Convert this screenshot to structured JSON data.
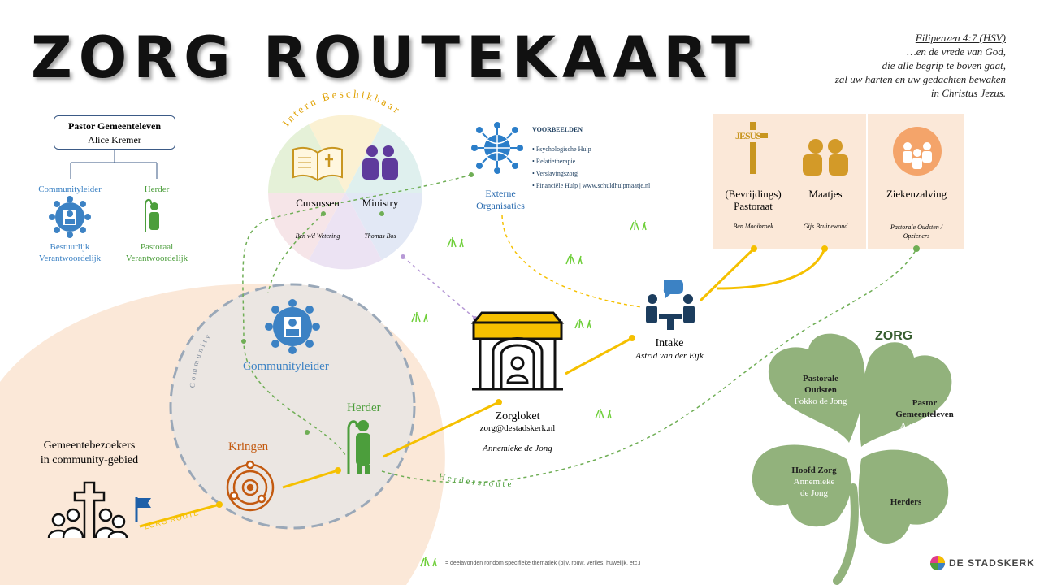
{
  "title": "ZORG ROUTEKAART",
  "verse": {
    "reference": "Filipenzen 4:7 (HSV)",
    "lines": [
      "…en de vrede van God,",
      "die alle begrip te boven gaat,",
      "zal uw harten en uw gedachten bewaken",
      "in Christus Jezus."
    ]
  },
  "org": {
    "head_role": "Pastor Gemeenteleven",
    "head_name": "Alice Kremer",
    "left_role": "Communityleider",
    "left_desc_1": "Bestuurlijk",
    "left_desc_2": "Verantwoordelijk",
    "right_role": "Herder",
    "right_desc_1": "Pastoraal",
    "right_desc_2": "Verantwoordelijk"
  },
  "intern": {
    "arc_label": "Intern Beschikbaar",
    "item1_label": "Cursussen",
    "item1_person": "Ben v/d Wetering",
    "item2_label": "Ministry",
    "item2_person": "Thomas Bos"
  },
  "extern": {
    "label_1": "Externe",
    "label_2": "Organisaties",
    "examples_title": "VOORBEELDEN",
    "examples": [
      "Psychologische Hulp",
      "Relatietherapie",
      "Verslavingszorg",
      "Financiële Hulp | www.schuldhulpmaatje.nl"
    ]
  },
  "services": [
    {
      "label_1": "(Bevrijdings)",
      "label_2": "Pastoraat",
      "person": "Ben Mooibroek",
      "icon_text": "JESUS"
    },
    {
      "label_1": "Maatjes",
      "label_2": "",
      "person": "Gijs Bruinewoud"
    },
    {
      "label_1": "Ziekenzalving",
      "label_2": "",
      "person": "Pastorale Oudsten  /",
      "person_2": "Opzieners"
    }
  ],
  "intake": {
    "label": "Intake",
    "person": "Astrid van der Eijk"
  },
  "zorgloket": {
    "label": "Zorgloket",
    "email": "zorg@destadskerk.nl",
    "person": "Annemieke de Jong"
  },
  "community": {
    "arc_label": "Community",
    "leader": "Communityleider",
    "herder": "Herder",
    "kringen": "Kringen",
    "visitors_1": "Gemeentebezoekers",
    "visitors_2": "in community-gebied",
    "route_label": "ZORG ROUTE",
    "herders_route": "Herdersroute"
  },
  "clover": {
    "title": "ZORG",
    "leaf1": [
      "Pastorale",
      "Oudsten",
      "Fokko de Jong"
    ],
    "leaf2": [
      "Pastor",
      "Gemeenteleven",
      "Alice Kremer"
    ],
    "leaf3": [
      "Hoofd Zorg",
      "Annemieke",
      "de Jong"
    ],
    "leaf4": [
      "Herders"
    ]
  },
  "footnote": "= deelavonden rondom specifieke thematiek (bijv. rouw, verlies, huwelijk, etc.)",
  "logo": "DE STADSKERK",
  "colors": {
    "route_yellow": "#f5c000",
    "herder_green": "#4c9e3c",
    "leader_blue": "#3c82c4",
    "kringen_orange": "#c35a10",
    "clover_green": "#92b27c",
    "peach": "#fbe8d8"
  }
}
